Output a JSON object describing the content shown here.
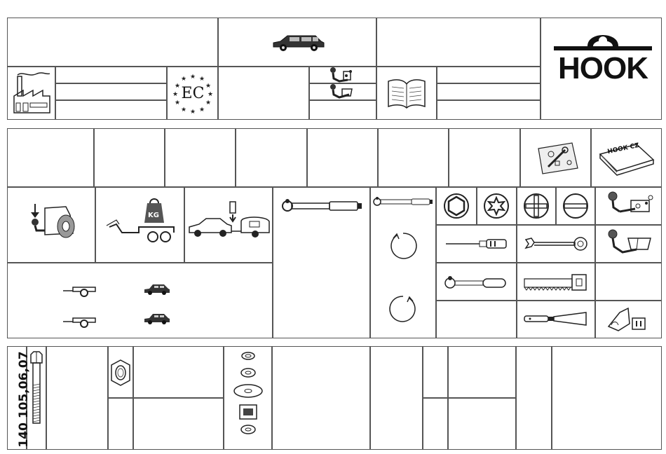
{
  "brand": {
    "logo_text": "HOOK"
  },
  "header": {
    "ec_mark": "EC"
  },
  "tools": {
    "manual_label": "HOOK CZ",
    "torque_unit": "KG"
  },
  "parts": {
    "code": "140 105,06,07"
  }
}
